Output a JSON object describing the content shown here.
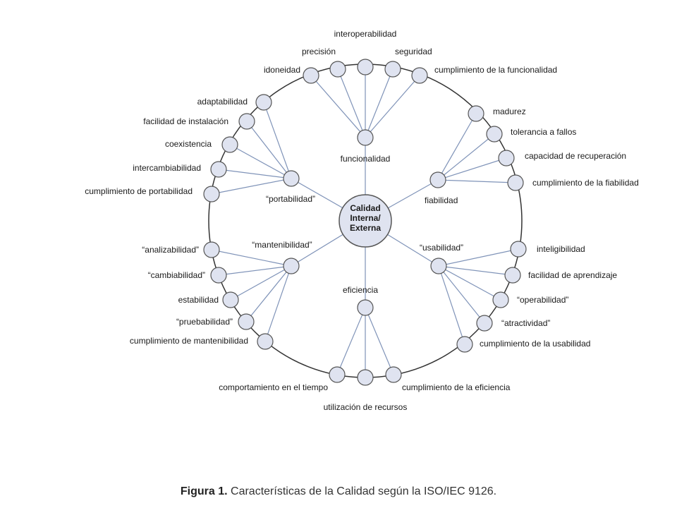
{
  "center": {
    "lines": [
      "Calidad",
      "Interna/",
      "Externa"
    ]
  },
  "characteristics": [
    {
      "key": "funcionalidad",
      "label": "funcionalidad",
      "subs": [
        "idoneidad",
        "precisión",
        "interoperabilidad",
        "seguridad",
        "cumplimiento de la funcionalidad"
      ]
    },
    {
      "key": "fiabilidad",
      "label": "fiabilidad",
      "subs": [
        "madurez",
        "tolerancia a fallos",
        "capacidad de recuperación",
        "cumplimiento de la fiabilidad"
      ]
    },
    {
      "key": "usabilidad",
      "label": "“usabilidad”",
      "subs": [
        "inteligibilidad",
        "facilidad de aprendizaje",
        "“operabilidad”",
        "“atractividad”",
        "cumplimiento de la usabilidad"
      ]
    },
    {
      "key": "eficiencia",
      "label": "eficiencia",
      "subs": [
        "comportamiento en el tiempo",
        "utilización de recursos",
        "cumplimiento de la eficiencia"
      ]
    },
    {
      "key": "mantenibilidad",
      "label": "“mantenibilidad”",
      "subs": [
        "“analizabilidad”",
        "“cambiabilidad”",
        "estabilidad",
        "“pruebabilidad”",
        "cumplimiento de mantenibilidad"
      ]
    },
    {
      "key": "portabilidad",
      "label": "“portabilidad”",
      "subs": [
        "adaptabilidad",
        "facilidad de instalación",
        "coexistencia",
        "intercambiabilidad",
        "cumplimiento de portabilidad"
      ]
    }
  ],
  "caption": {
    "prefix": "Figura 1.",
    "text": " Características de la Calidad según la ISO/IEC 9126."
  },
  "colors": {
    "node_fill": "#dfe3f0",
    "node_stroke": "#555555",
    "link": "#7f93b8",
    "ring": "#333333"
  }
}
